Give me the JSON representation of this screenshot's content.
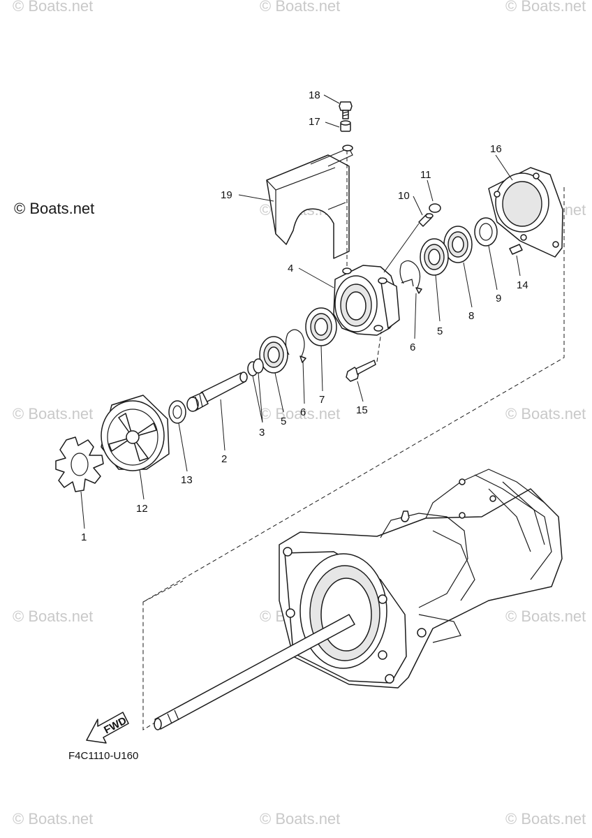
{
  "watermark_text": "© Boats.net",
  "copyright_text": "© Boats.net",
  "figure_code": "F4C1110-U160",
  "fwd_label": "FWD",
  "callouts": {
    "c1": "1",
    "c2": "2",
    "c3": "3",
    "c4": "4",
    "c5a": "5",
    "c5b": "5",
    "c6a": "6",
    "c6b": "6",
    "c7": "7",
    "c8": "8",
    "c9": "9",
    "c10": "10",
    "c11": "11",
    "c12": "12",
    "c13": "13",
    "c14": "14",
    "c15": "15",
    "c16": "16",
    "c17": "17",
    "c18": "18",
    "c19": "19"
  },
  "colors": {
    "line": "#1a1a1a",
    "watermark": "#c9c9c9",
    "background": "#ffffff"
  }
}
